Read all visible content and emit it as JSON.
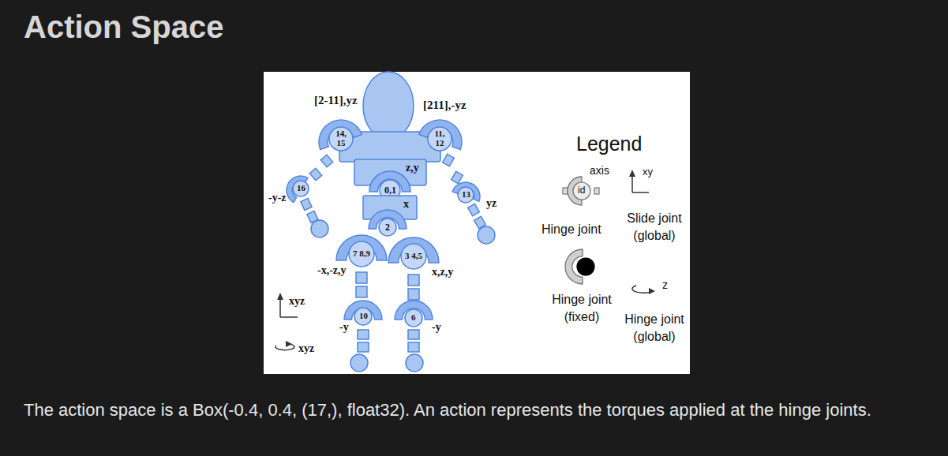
{
  "diagram": {
    "title": "Action Space",
    "caption": "The action space is a Box(-0.4, 0.4, (17,), float32). An action represents the torques applied at the hinge joints.",
    "labels": [
      "[2-11],yz",
      "[211],-yz",
      "14, 15",
      "11, 12",
      "z,y",
      "0,1",
      "x",
      "13",
      "yz",
      "16",
      "-y-z",
      "2",
      "7 8,9",
      "3 4,5",
      "-x,-z,y",
      "x,z,y",
      "10",
      "6",
      "-y",
      "-y",
      "xyz",
      "xyz",
      "Legend",
      "axis",
      "id",
      "xy",
      "z"
    ],
    "legend": [
      {
        "text": "Hinge joint"
      },
      {
        "text": "Slide joint (global)"
      },
      {
        "text": "Hinge joint (fixed)"
      },
      {
        "text": "Hinge joint (global)"
      }
    ]
  }
}
